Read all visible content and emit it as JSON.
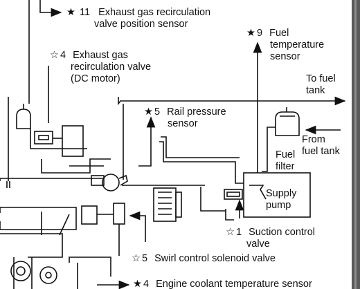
{
  "markers": {
    "filled": "★",
    "open": "☆"
  },
  "labels": {
    "egr_position_sensor": {
      "marker": "★",
      "number": "11",
      "lines": [
        "Exhaust gas recirculation",
        "valve position sensor"
      ]
    },
    "egr_valve": {
      "marker": "☆",
      "number": "4",
      "lines": [
        "Exhaust gas",
        "recirculation valve",
        "(DC motor)"
      ]
    },
    "fuel_temp_sensor": {
      "marker": "★",
      "number": "9",
      "lines": [
        "Fuel",
        "temperature",
        "sensor"
      ]
    },
    "to_fuel_tank": {
      "lines": [
        "To fuel",
        "tank"
      ]
    },
    "rail_pressure_sensor": {
      "marker": "★",
      "number": "5",
      "lines": [
        "Rail pressure",
        "sensor"
      ]
    },
    "from_fuel_tank": {
      "lines": [
        "From",
        "fuel tank"
      ]
    },
    "fuel_filter": {
      "lines": [
        "Fuel",
        "filter"
      ]
    },
    "supply_pump": {
      "lines": [
        "Supply",
        "pump"
      ]
    },
    "suction_control_valve": {
      "marker": "☆",
      "number": "1",
      "lines": [
        "Suction control",
        "valve"
      ]
    },
    "swirl_control_valve": {
      "marker": "☆",
      "number": "5",
      "lines": [
        "Swirl control solenoid valve"
      ]
    },
    "coolant_temp_sensor": {
      "marker": "★",
      "number": "4",
      "lines": [
        "Engine coolant temperature sensor"
      ]
    }
  },
  "colors": {
    "line": "#111111",
    "background": "#ffffff",
    "frame": "#5a5a5a"
  }
}
